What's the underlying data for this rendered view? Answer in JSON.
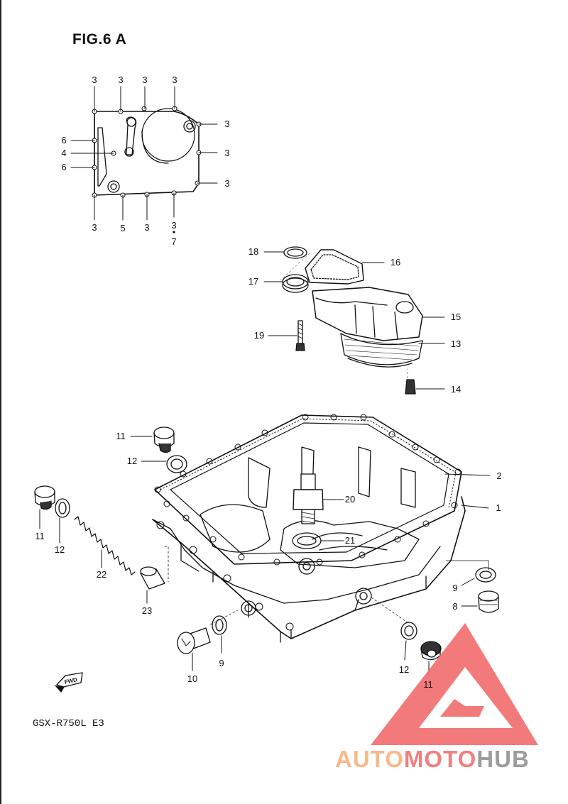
{
  "figure": {
    "title": "FIG.6 A",
    "model": "GSX-R750L  E3",
    "direction": "FWD"
  },
  "watermark": {
    "part1": "AUTO",
    "part2": "MOTO",
    "part3": "HUB",
    "colors": {
      "auto": "#f7b98b",
      "moto": "#f08080",
      "hub": "#9c9c9c",
      "triangle": "#f26b6b"
    }
  },
  "callouts": {
    "c1": "1",
    "c2": "2",
    "c3": "3",
    "c4": "4",
    "c5": "5",
    "c6": "6",
    "c7": "7",
    "c8": "8",
    "c9": "9",
    "c10": "10",
    "c11": "11",
    "c12": "12",
    "c13": "13",
    "c14": "14",
    "c15": "15",
    "c16": "16",
    "c17": "17",
    "c18": "18",
    "c19": "19",
    "c20": "20",
    "c21": "21",
    "c22": "22",
    "c23": "23"
  }
}
